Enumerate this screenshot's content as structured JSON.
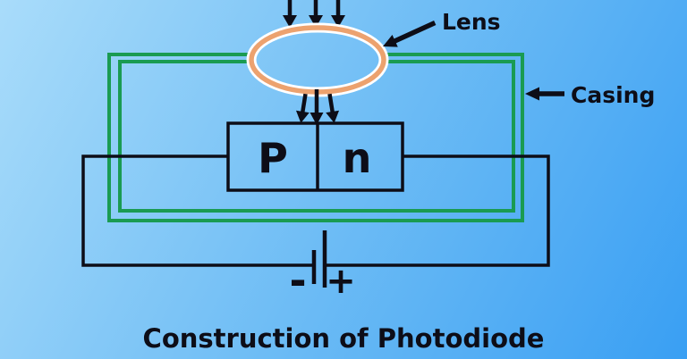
{
  "diagram": {
    "title": "Construction of Photodiode",
    "lens_label": "Lens",
    "casing_label": "Casing",
    "p_region": "P",
    "n_region": "n",
    "battery_minus": "-",
    "battery_plus": "+"
  },
  "colors": {
    "bg_top_left": "#A9DCFA",
    "bg_middle": "#6FBDF5",
    "bg_bottom_right": "#399FF3",
    "casing_green": "#1A9B52",
    "lens_orange": "#ECA26F",
    "lens_halo_white": "#FFFFFF",
    "ink_black": "#0D0D17"
  }
}
